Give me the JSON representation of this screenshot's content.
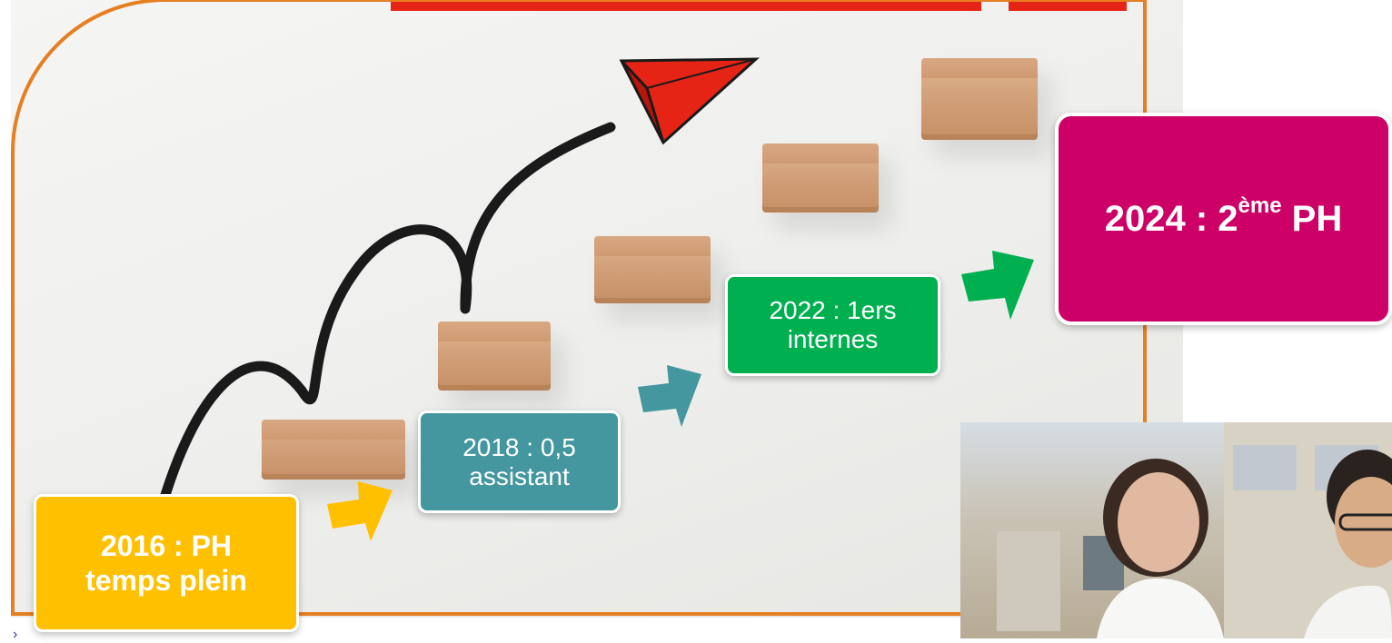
{
  "timeline": {
    "step1": {
      "line1": "2016 : PH",
      "line2": "temps plein"
    },
    "step2": {
      "line1": "2018 : 0,5",
      "line2": "assistant"
    },
    "step3": {
      "line1": "2022 : 1ers",
      "line2": "internes"
    },
    "step4": {
      "year": "2024 : 2",
      "suffix": "ème",
      "tail": " PH"
    }
  },
  "icons": {
    "arrow_icon": "right-arrow-icon",
    "plane_icon": "paper-plane-icon"
  },
  "colors": {
    "step1": "#ffc000",
    "step2": "#44969f",
    "step3": "#00b050",
    "step4": "#cc0066",
    "frame": "#e67e22",
    "accent_red": "#e52416"
  }
}
